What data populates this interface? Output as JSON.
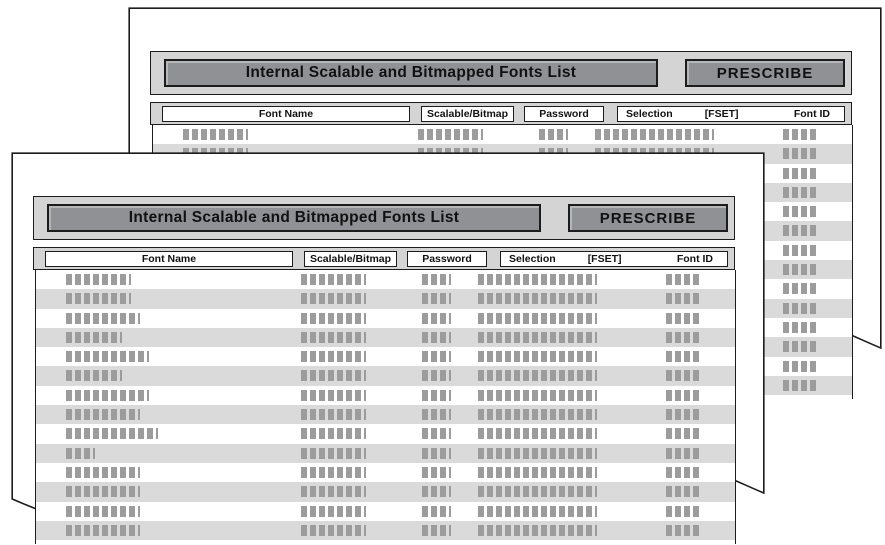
{
  "document": {
    "title": "Internal Scalable and Bitmapped Fonts List",
    "brand": "PRESCRIBE",
    "columns": {
      "font_name": "Font Name",
      "scalable_bitmap": "Scalable/Bitmap",
      "password": "Password",
      "selection": "Selection",
      "fset": "[FSET]",
      "font_id": "Font ID"
    }
  },
  "table": {
    "note": "rows contain redacted placeholder block marks, not readable text; numbers are block counts per cell",
    "placeholder_rows": [
      {
        "font_name": 8,
        "scalable_bitmap": 8,
        "password": 4,
        "selection": 14,
        "font_id": 4
      },
      {
        "font_name": 8,
        "scalable_bitmap": 8,
        "password": 4,
        "selection": 14,
        "font_id": 4
      },
      {
        "font_name": 9,
        "scalable_bitmap": 8,
        "password": 4,
        "selection": 14,
        "font_id": 4
      },
      {
        "font_name": 7,
        "scalable_bitmap": 8,
        "password": 4,
        "selection": 14,
        "font_id": 4
      },
      {
        "font_name": 10,
        "scalable_bitmap": 8,
        "password": 4,
        "selection": 14,
        "font_id": 4
      },
      {
        "font_name": 7,
        "scalable_bitmap": 8,
        "password": 4,
        "selection": 14,
        "font_id": 4
      },
      {
        "font_name": 10,
        "scalable_bitmap": 8,
        "password": 4,
        "selection": 14,
        "font_id": 4
      },
      {
        "font_name": 9,
        "scalable_bitmap": 8,
        "password": 4,
        "selection": 14,
        "font_id": 4
      },
      {
        "font_name": 11,
        "scalable_bitmap": 8,
        "password": 4,
        "selection": 14,
        "font_id": 4
      },
      {
        "font_name": 4,
        "scalable_bitmap": 8,
        "password": 4,
        "selection": 14,
        "font_id": 4
      },
      {
        "font_name": 9,
        "scalable_bitmap": 8,
        "password": 4,
        "selection": 14,
        "font_id": 4
      },
      {
        "font_name": 9,
        "scalable_bitmap": 8,
        "password": 4,
        "selection": 14,
        "font_id": 4
      },
      {
        "font_name": 9,
        "scalable_bitmap": 8,
        "password": 4,
        "selection": 14,
        "font_id": 4
      },
      {
        "font_name": 9,
        "scalable_bitmap": 8,
        "password": 4,
        "selection": 14,
        "font_id": 4
      }
    ]
  },
  "colors": {
    "ink": "#1c1c1c",
    "bar_fill": "#d4d4d4",
    "box_fill": "#8f9194",
    "row_alt": "#dadada",
    "block": "#9c9c9c"
  }
}
